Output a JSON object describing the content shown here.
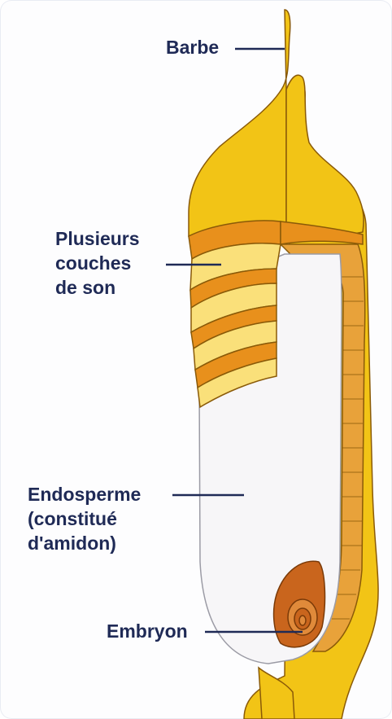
{
  "labels": {
    "barbe": "Barbe",
    "son": [
      "Plusieurs",
      "couches",
      "de son"
    ],
    "endosperme": [
      "Endosperme",
      "(constitué",
      "d'amidon)"
    ],
    "embryon": "Embryon"
  },
  "colors": {
    "text": "#1f2a56",
    "leader": "#1f2a56",
    "husk": "#f2c416",
    "husk_light": "#fae07a",
    "bran_orange": "#e8901c",
    "outline": "#8a5a08",
    "endosperm": "#f7f6f8",
    "embryo": "#c9651d"
  }
}
